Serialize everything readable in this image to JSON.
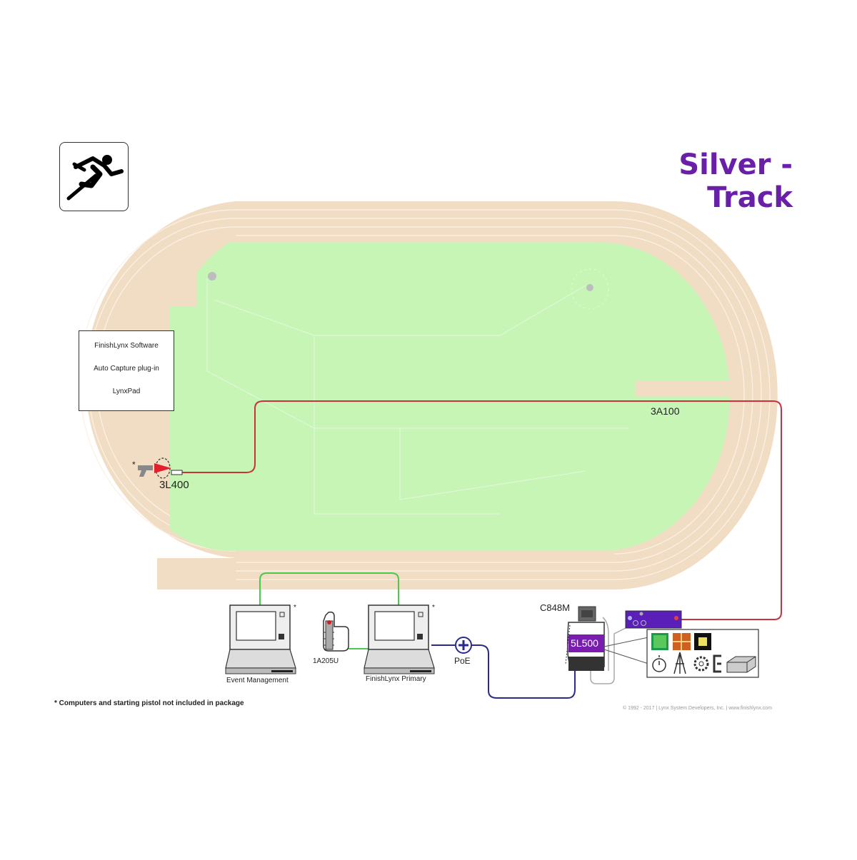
{
  "title": "Silver - Track",
  "software_box": {
    "lines": [
      "FinishLynx Software",
      "Auto Capture plug-in",
      "LynxPad"
    ]
  },
  "labels": {
    "start_sensor": "3L400",
    "cable": "3A100",
    "camera": "C848M",
    "camera_body": "5L500",
    "poe": "PoE",
    "usb_hand": "1A205U",
    "event_management": "Event Management",
    "finishlynx_primary": "FinishLynx Primary",
    "asterisk": "*"
  },
  "footnote": "* Computers and starting pistol not included in package",
  "copyright": "© 1992 - 2017  |  Lynx System Developers, Inc.  |  www.finishlynx.com",
  "colors": {
    "title": "#6a1fa8",
    "track": "#f1dcc4",
    "field": "#c6f5b6",
    "red_cable": "#c8323c",
    "green_cable": "#4cc84c",
    "blue_cable": "#2a2a8c",
    "camera_purple": "#7a1cb0"
  },
  "icons": {
    "logo": "runner-icon",
    "pistol": "starting-pistol-icon",
    "hand": "thumbs-up-hand-icon",
    "computer": "laptop-icon",
    "camera": "photofinish-camera-icon",
    "junction": "junction-box-icon"
  }
}
